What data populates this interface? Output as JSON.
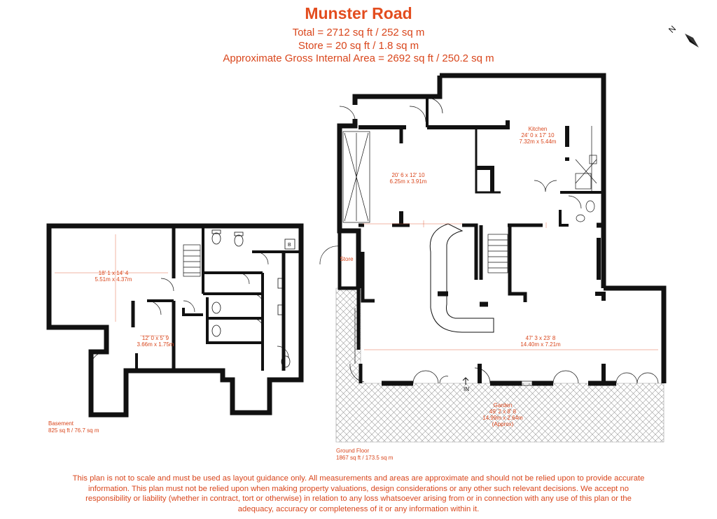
{
  "header": {
    "title": "Munster Road",
    "line1": "Total = 2712 sq ft / 252 sq m",
    "line2": "Store = 20 sq ft / 1.8 sq m",
    "line3": "Approximate Gross Internal Area = 2692 sq ft / 250.2 sq m"
  },
  "compass": {
    "label": "N"
  },
  "basement": {
    "name": "Basement",
    "area": "825 sq ft / 76.7 sq m",
    "rooms": [
      {
        "dim": "18' 1 x 14' 4",
        "metric": "5.51m x 4.37m"
      },
      {
        "dim": "12' 0 x 5' 9",
        "metric": "3.66m x 1.75m"
      }
    ],
    "boiler": "B"
  },
  "ground": {
    "name": "Ground Floor",
    "area": "1867 sq ft / 173.5 sq m",
    "kitchen": {
      "name": "Kitchen",
      "dim": "24' 0 x 17' 10",
      "metric": "7.32m x 5.44m"
    },
    "room2": {
      "dim": "20' 6 x 12' 10",
      "metric": "6.25m x 3.91m"
    },
    "main": {
      "dim": "47' 3 x 23' 8",
      "metric": "14.40m x 7.21m"
    },
    "store": "Store",
    "entrance": "IN",
    "garden": {
      "name": "Garden",
      "dim": "49' 2 x 8' 8",
      "metric": "14.99m x 2.64m",
      "note": "(Approx)"
    }
  },
  "disclaimer": "This plan is not to scale and must be used as layout guidance only. All measurements and areas are approximate and should not be relied upon to provide accurate information. This plan must not be relied upon when making property valuations, design considerations or any other such relevant decisions. We accept no responsibility or liability (whether in contract, tort or otherwise) in relation to any loss whatsoever arising from or in connection with any use of this plan or the adequacy, accuracy or completeness of it or any information within it.",
  "colors": {
    "text": "#d9461c",
    "title": "#e34d1f",
    "wall": "#111111",
    "hatch": "#999999"
  }
}
